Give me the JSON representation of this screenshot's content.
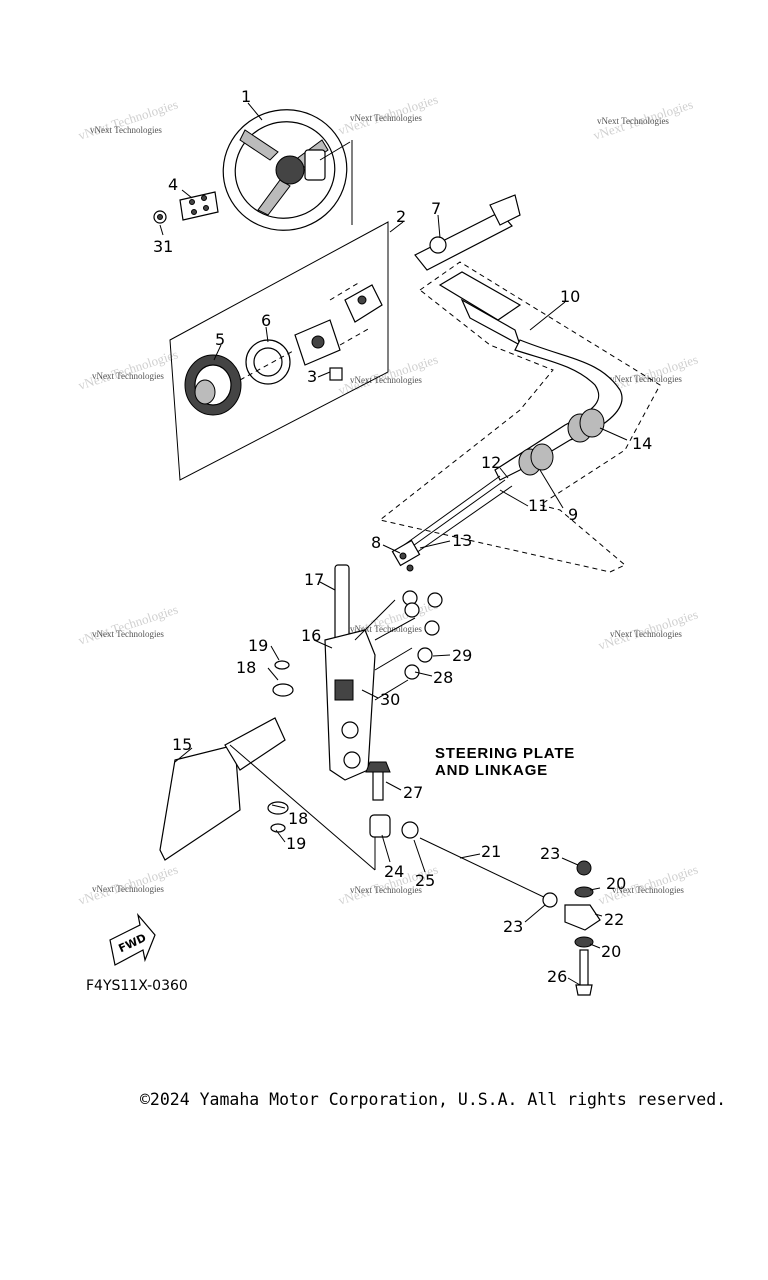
{
  "diagram": {
    "title_line1": "STEERING PLATE",
    "title_line2": "AND LINKAGE",
    "drawing_code": "F4YS11X-0360",
    "fwd_label": "FWD",
    "copyright": "©2024 Yamaha Motor Corporation, U.S.A. All rights reserved.",
    "watermark": "vNext Technologies",
    "callouts": {
      "c1": "1",
      "c2": "2",
      "c3": "3",
      "c4": "4",
      "c5": "5",
      "c6": "6",
      "c7": "7",
      "c8": "8",
      "c9": "9",
      "c10": "10",
      "c11": "11",
      "c12": "12",
      "c13": "13",
      "c14": "14",
      "c15": "15",
      "c16": "16",
      "c17": "17",
      "c18a": "18",
      "c18b": "18",
      "c19a": "19",
      "c19b": "19",
      "c20a": "20",
      "c20b": "20",
      "c21": "21",
      "c22": "22",
      "c23a": "23",
      "c23b": "23",
      "c24": "24",
      "c25": "25",
      "c26": "26",
      "c27": "27",
      "c28": "28",
      "c29": "29",
      "c30": "30",
      "c31": "31"
    }
  }
}
